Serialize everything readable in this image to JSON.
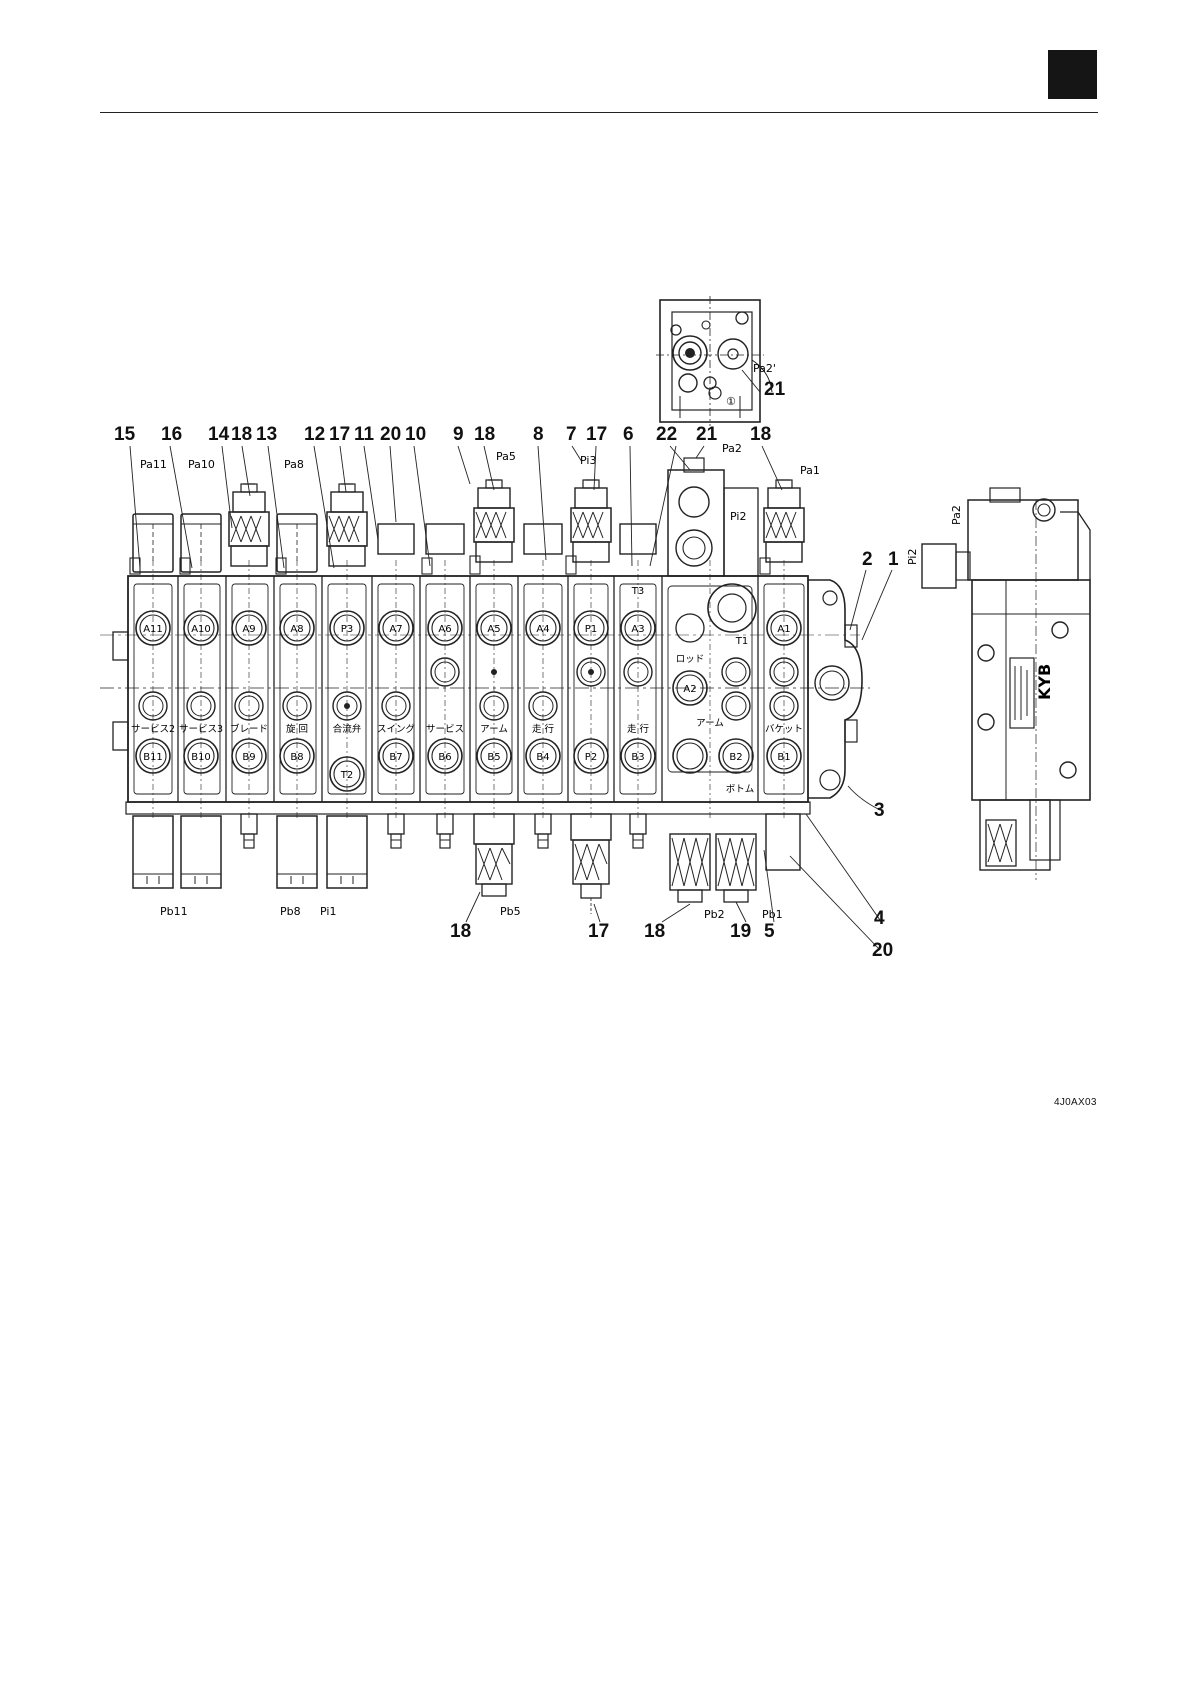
{
  "figure": {
    "code": "4J0AX03",
    "callouts_top": [
      "15",
      "16",
      "14",
      "18",
      "13",
      "12",
      "17",
      "11",
      "20",
      "10",
      "9",
      "18",
      "8",
      "7",
      "17",
      "6",
      "22",
      "21",
      "18"
    ],
    "callouts_inset": [
      "21"
    ],
    "callouts_right": [
      "2",
      "1",
      "3",
      "4",
      "20"
    ],
    "callouts_bottom": [
      "18",
      "17",
      "18",
      "19",
      "5"
    ],
    "section_labels": [
      "A11",
      "A10",
      "A9",
      "A8",
      "P3",
      "A7",
      "A6",
      "A5",
      "A4",
      "P1",
      "A3",
      "A2",
      "A1",
      "B11",
      "B10",
      "B9",
      "B8",
      "T2",
      "B7",
      "B6",
      "B5",
      "B4",
      "P2",
      "B3",
      "B2",
      "B1",
      "T3",
      "T1"
    ],
    "port_labels_top": [
      "Pa11",
      "Pa10",
      "Pa8",
      "Pa5",
      "Pi3",
      "Pa2",
      "Pi2",
      "Pa1"
    ],
    "port_labels_bottom": [
      "Pb11",
      "Pb8",
      "Pi1",
      "Pb5",
      "Pb2",
      "Pb1"
    ],
    "inset_labels": [
      "Pa2'",
      "①"
    ],
    "side_labels": [
      "Pi2",
      "Pa2"
    ],
    "body_text": [
      "サービス2",
      "サービス3",
      "ブレード",
      "旋 回",
      "合流弁",
      "スイング",
      "サービス",
      "アーム",
      "走 行",
      "走 行",
      "ロッド",
      "アーム",
      "バケット",
      "ボトム"
    ]
  }
}
